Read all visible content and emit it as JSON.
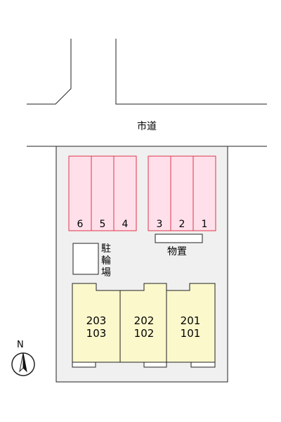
{
  "map": {
    "road_label": "市道",
    "parking": {
      "left_block": [
        "6",
        "5",
        "4"
      ],
      "right_block": [
        "3",
        "2",
        "1"
      ]
    },
    "bike_parking_label": "駐輪場",
    "storage_label": "物置",
    "units": [
      {
        "upper": "203",
        "lower": "103"
      },
      {
        "upper": "202",
        "lower": "102"
      },
      {
        "upper": "201",
        "lower": "101"
      }
    ],
    "north_label": "N"
  },
  "colors": {
    "lot_fill": "#f0f0f0",
    "parking_fill": "#ffe0ea",
    "parking_stroke": "#e0334d",
    "building_fill": "#fbf8cc",
    "line": "#222222"
  }
}
